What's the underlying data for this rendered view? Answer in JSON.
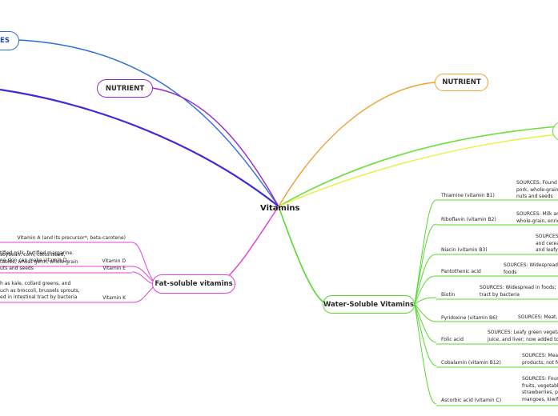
{
  "central": "Vitamins",
  "left_top_partial": "ES",
  "nutrient_left": "NUTRIENT",
  "nutrient_right": "NUTRIENT",
  "fat": {
    "title": "Fat-soluble vitamins",
    "items": [
      {
        "name": "Vitamin A (and its precursor*, beta-carotene)",
        "text": []
      },
      {
        "name": "Vitamin D",
        "text": [
          "tified milk, fortified margarine.",
          "ne skin can make vitamin D."
        ]
      },
      {
        "name": "Vitamin E",
        "text": [
          "soybean, corn, cottonseed,",
          "tables; wheat germ; whole-grain",
          "uts and seeds"
        ]
      },
      {
        "name": "Vitamin K",
        "text": [
          "h as kale, collard greens, and",
          "uch as broccoli, brussels sprouts,",
          "ed in intestinal tract by bacteria"
        ]
      }
    ]
  },
  "water": {
    "title": "Water-Soluble Vitamins",
    "items": [
      {
        "name": "Thiamine (vitamin B1)",
        "text": [
          "SOURCES: Found i",
          "pork, whole-grain o",
          "nuts and seeds"
        ]
      },
      {
        "name": "Riboflavin (vitamin B2)",
        "text": [
          "SOURCES: Milk an",
          "whole-grain, enrich"
        ]
      },
      {
        "name": "Niacin (vitamin B3)",
        "text": [
          "SOURCES",
          "and cerea",
          "and leafy"
        ]
      },
      {
        "name": "Pantothenic acid",
        "text": [
          "SOURCES: Widespread i",
          "foods"
        ]
      },
      {
        "name": "Biotin",
        "text": [
          "SOURCES: Widespread in foods; als",
          "tract by bacteria"
        ]
      },
      {
        "name": "Pyridoxine (vitamin B6)",
        "text": [
          "SOURCES: Meat, f"
        ]
      },
      {
        "name": "Folic acid",
        "text": [
          "SOURCES: Leafy green vegetab",
          "juice, and liver; now added to m"
        ]
      },
      {
        "name": "Cobalamin (vitamin B12)",
        "text": [
          "SOURCES: Meat",
          "products; not fo"
        ]
      },
      {
        "name": "Ascorbic acid (vitamin C)",
        "text": [
          "SOURCES: Foun",
          "fruits, vegetable",
          "strawberries, pe",
          "mangoes, kiwifr"
        ]
      }
    ]
  },
  "colors": {
    "blue": "#2a6ddb",
    "purple": "#9b27c9",
    "indigo": "#3d2ad8",
    "orange": "#f0a030",
    "lime": "#6ae03a",
    "yellow": "#e8f040",
    "magenta": "#e040d8",
    "green": "#58d830"
  }
}
